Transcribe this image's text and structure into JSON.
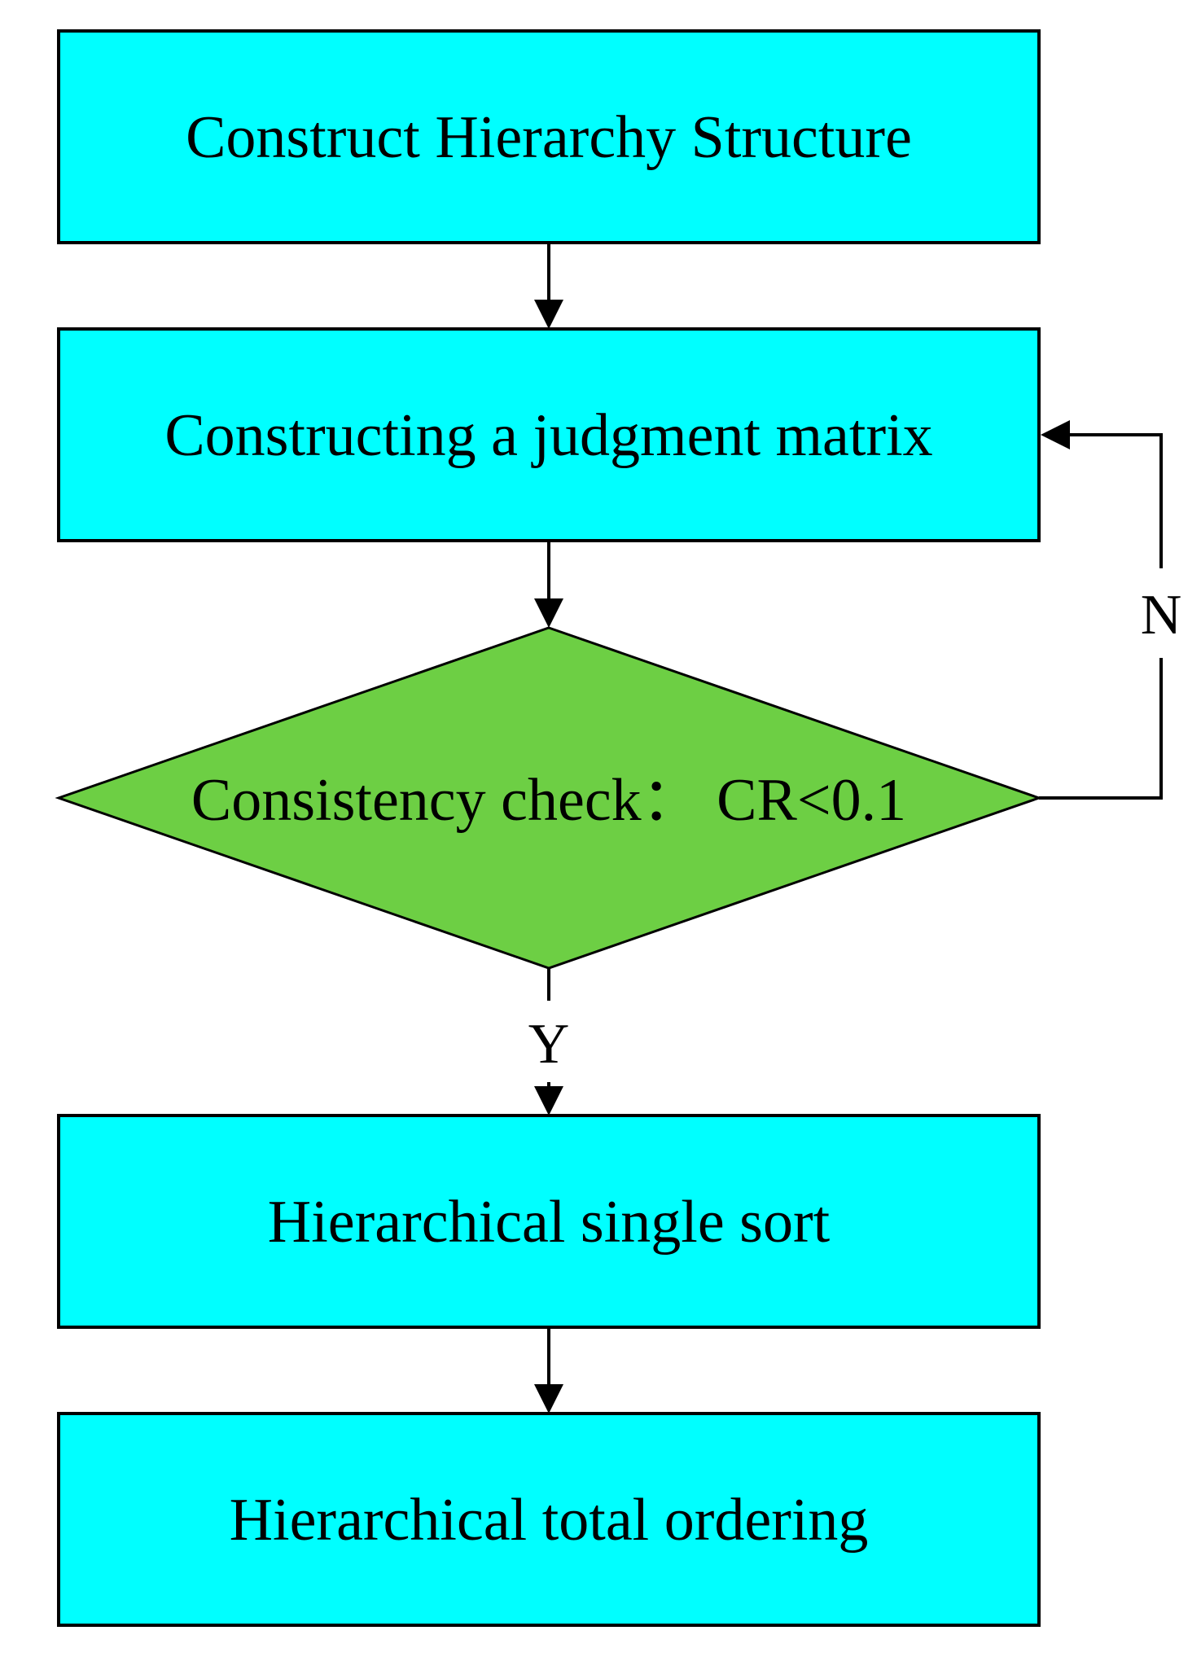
{
  "nodes": {
    "construct_hierarchy": "Construct Hierarchy Structure",
    "judgment_matrix": "Constructing a judgment matrix",
    "consistency_check": "Consistency check： CR<0.1",
    "single_sort": "Hierarchical single sort",
    "total_ordering": "Hierarchical total ordering"
  },
  "edges": {
    "no_label": "N",
    "yes_label": "Y"
  },
  "colors": {
    "process_fill": "#00ffff",
    "decision_fill": "#6dcf44",
    "line": "#000000"
  }
}
